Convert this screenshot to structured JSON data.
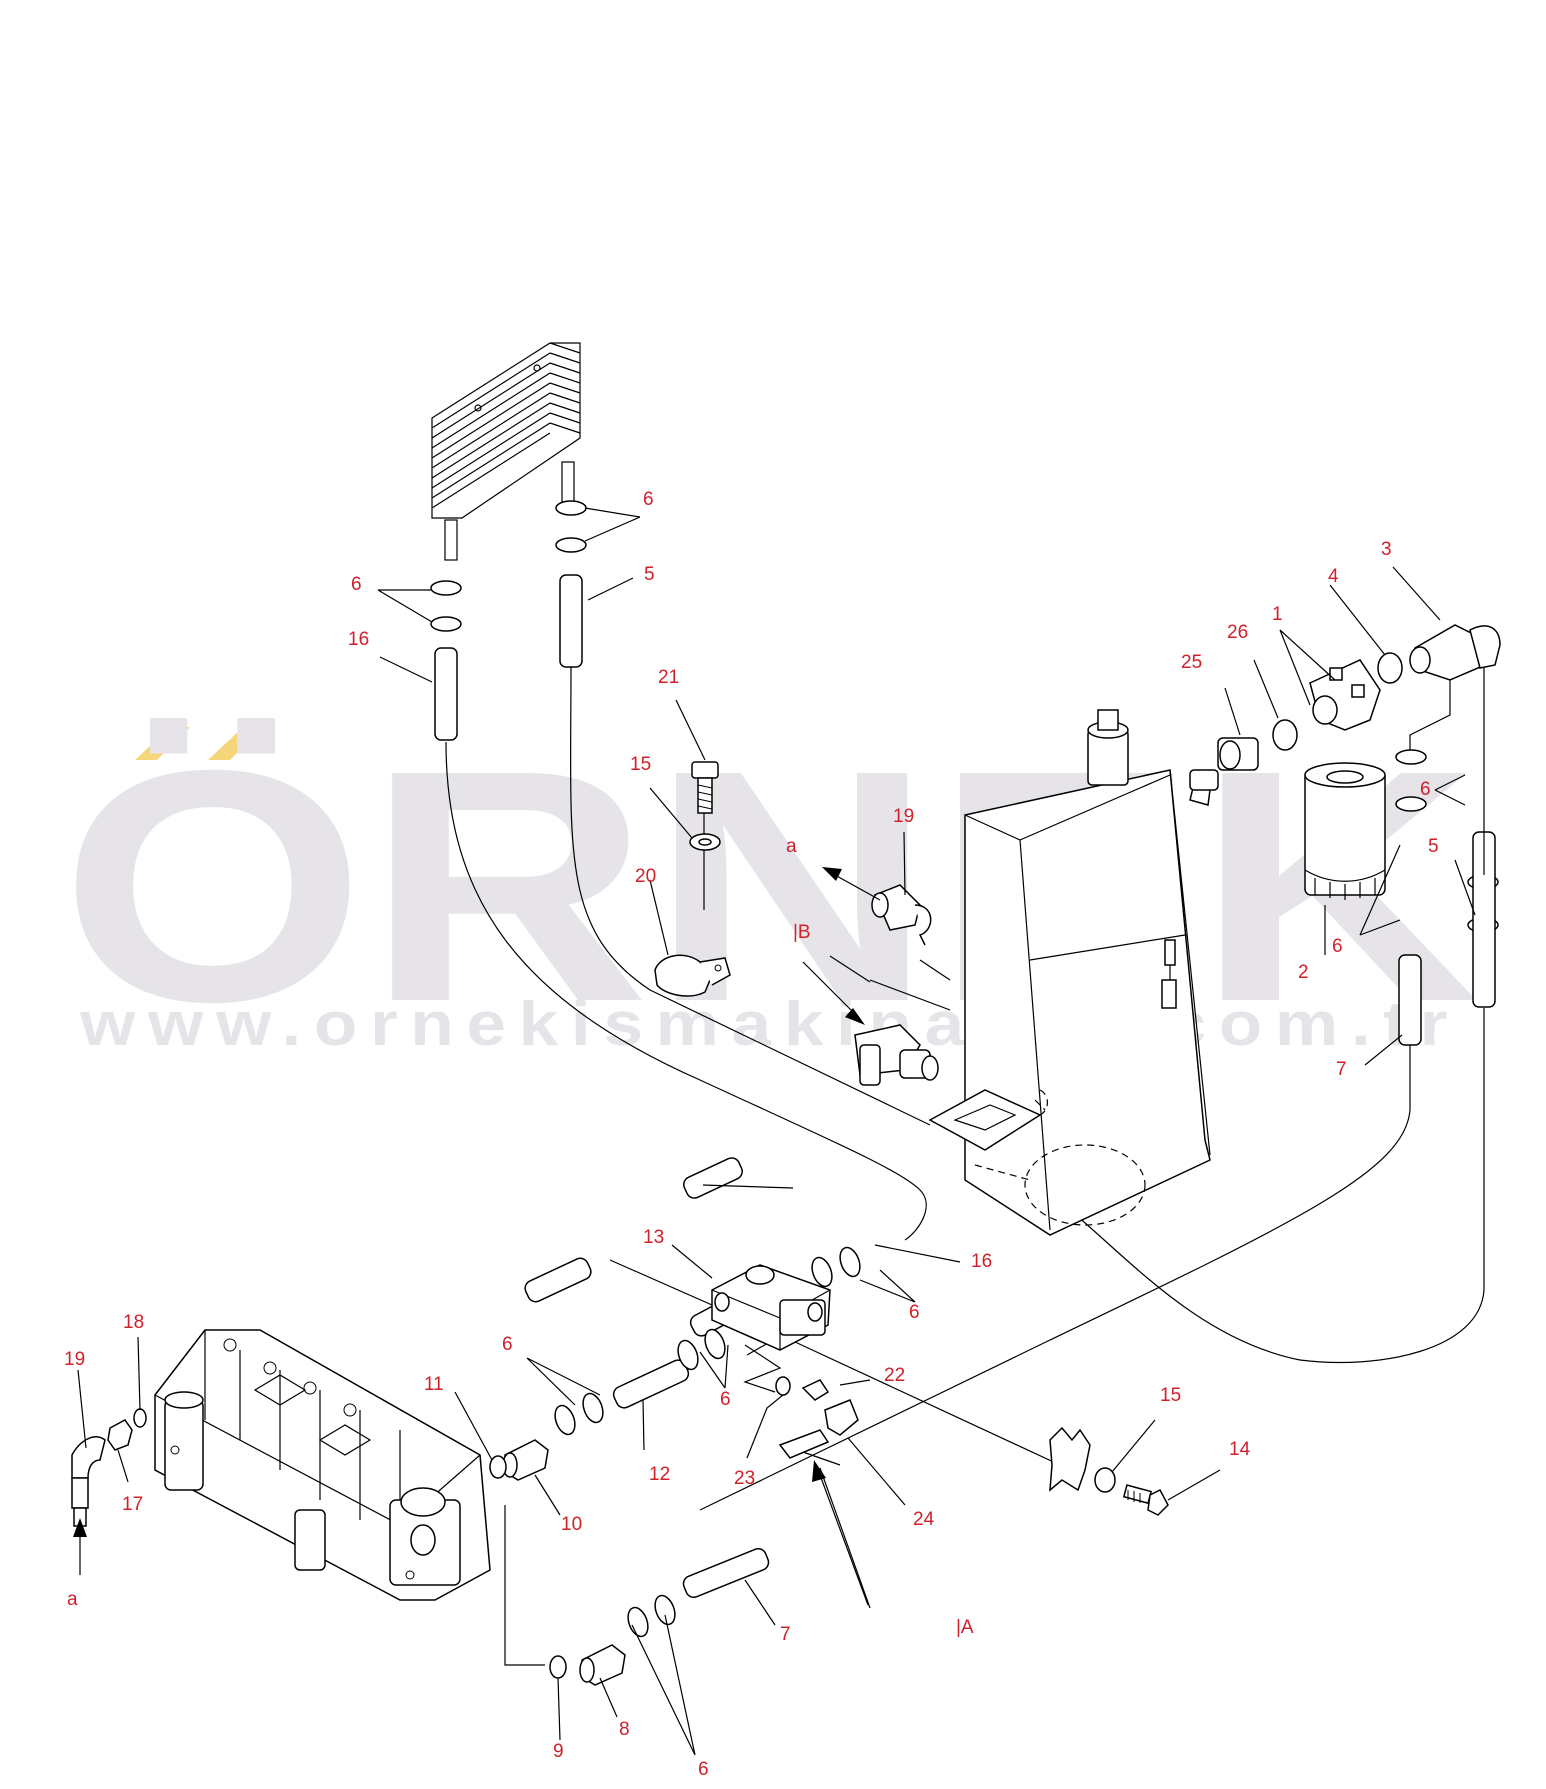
{
  "watermark": {
    "brand": "ÖRNEK",
    "url": "www.ornekismakinalari.com.tr",
    "color": "#e6e4e9",
    "accent": "#f5d77a"
  },
  "callouts": [
    {
      "id": "c6a",
      "text": "6"
    },
    {
      "id": "c5a",
      "text": "5"
    },
    {
      "id": "c6b",
      "text": "6"
    },
    {
      "id": "c16a",
      "text": "16"
    },
    {
      "id": "c21",
      "text": "21"
    },
    {
      "id": "c15a",
      "text": "15"
    },
    {
      "id": "c20",
      "text": "20"
    },
    {
      "id": "c19a",
      "text": "19"
    },
    {
      "id": "ca1",
      "text": "a"
    },
    {
      "id": "cB",
      "text": "|B"
    },
    {
      "id": "c3",
      "text": "3"
    },
    {
      "id": "c4",
      "text": "4"
    },
    {
      "id": "c1",
      "text": "1"
    },
    {
      "id": "c26",
      "text": "26"
    },
    {
      "id": "c25",
      "text": "25"
    },
    {
      "id": "c6c",
      "text": "6"
    },
    {
      "id": "c5b",
      "text": "5"
    },
    {
      "id": "c2",
      "text": "2"
    },
    {
      "id": "c6d",
      "text": "6"
    },
    {
      "id": "c7a",
      "text": "7"
    },
    {
      "id": "c13",
      "text": "13"
    },
    {
      "id": "c16b",
      "text": "16"
    },
    {
      "id": "c6e",
      "text": "6"
    },
    {
      "id": "c18",
      "text": "18"
    },
    {
      "id": "c19b",
      "text": "19"
    },
    {
      "id": "c11",
      "text": "11"
    },
    {
      "id": "c6f",
      "text": "6"
    },
    {
      "id": "c6g",
      "text": "6"
    },
    {
      "id": "c22",
      "text": "22"
    },
    {
      "id": "c15b",
      "text": "15"
    },
    {
      "id": "c14",
      "text": "14"
    },
    {
      "id": "c17",
      "text": "17"
    },
    {
      "id": "c10",
      "text": "10"
    },
    {
      "id": "c12",
      "text": "12"
    },
    {
      "id": "c23",
      "text": "23"
    },
    {
      "id": "c24",
      "text": "24"
    },
    {
      "id": "ca2",
      "text": "a"
    },
    {
      "id": "c7b",
      "text": "7"
    },
    {
      "id": "cA",
      "text": "|A"
    },
    {
      "id": "c6h",
      "text": "6"
    },
    {
      "id": "c8",
      "text": "8"
    },
    {
      "id": "c9",
      "text": "9"
    }
  ]
}
